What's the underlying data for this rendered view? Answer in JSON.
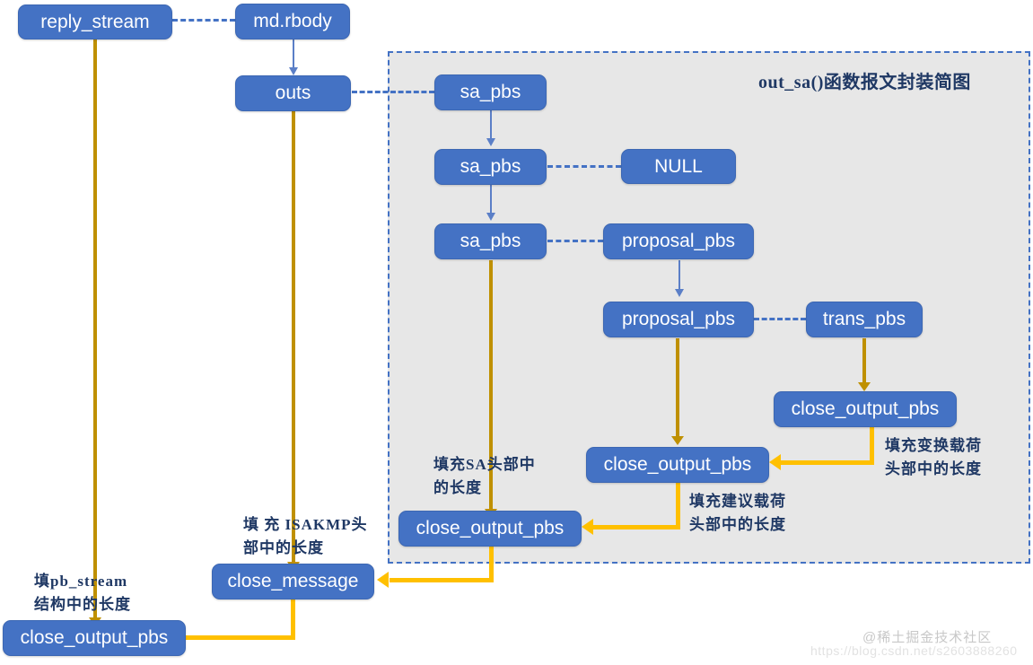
{
  "diagram": {
    "title": "out_sa()函数报文封装简图",
    "nodes": {
      "reply_stream": "reply_stream",
      "md_rbody": "md.rbody",
      "outs": "outs",
      "sa_pbs_1": "sa_pbs",
      "sa_pbs_2": "sa_pbs",
      "sa_pbs_3": "sa_pbs",
      "null_box": "NULL",
      "proposal_pbs_1": "proposal_pbs",
      "proposal_pbs_2": "proposal_pbs",
      "trans_pbs": "trans_pbs",
      "close_output_pbs_trans": "close_output_pbs",
      "close_output_pbs_proposal": "close_output_pbs",
      "close_output_pbs_sa": "close_output_pbs",
      "close_message": "close_message",
      "close_output_pbs_stream": "close_output_pbs"
    },
    "notes": {
      "fill_trans": "填充变换载荷\n头部中的长度",
      "fill_proposal": "填充建议载荷\n头部中的长度",
      "fill_sa": "填充SA头部中\n的长度",
      "fill_isakmp": "填 充 ISAKMP头\n部中的长度",
      "fill_pbstream": "填pb_stream\n结构中的长度"
    },
    "watermark": {
      "handle": "@稀土掘金技术社区",
      "url": "https://blog.csdn.net/s2603888260"
    },
    "colors": {
      "node_fill": "#4472C4",
      "panel_bg": "#E7E7E7",
      "panel_border": "#4472C4",
      "arrow_blue": "#5B7FC7",
      "arrow_gold": "#BF9000",
      "arrow_amber": "#FFC000",
      "note_text": "#1F3864"
    }
  }
}
